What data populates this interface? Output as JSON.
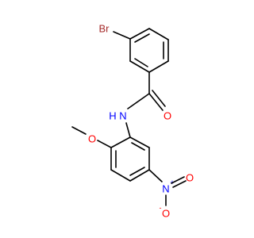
{
  "atoms": {
    "bromine": {
      "symbol": "Br",
      "color": "#a52a2a"
    },
    "carbonyl_oxygen": {
      "symbol": "O",
      "color": "#ff0000"
    },
    "amide_nitrogen": {
      "symbol": "N",
      "color": "#0000ff"
    },
    "amide_hydrogen": {
      "symbol": "H",
      "color": "#0000ff"
    },
    "methoxy_oxygen": {
      "symbol": "O",
      "color": "#ff0000"
    },
    "nitro_nitrogen": {
      "symbol": "N",
      "color": "#0000ff"
    },
    "nitro_nitrogen_charge": {
      "symbol": "+",
      "color": "#0000ff"
    },
    "nitro_oxygen_top": {
      "symbol": "O",
      "color": "#ff0000"
    },
    "nitro_oxygen_bottom": {
      "symbol": "O",
      "color": "#ff0000"
    },
    "nitro_oxygen_charge": {
      "symbol": "-",
      "color": "#ff0000"
    }
  },
  "colors": {
    "bond": "#000000",
    "background": "#ffffff"
  }
}
